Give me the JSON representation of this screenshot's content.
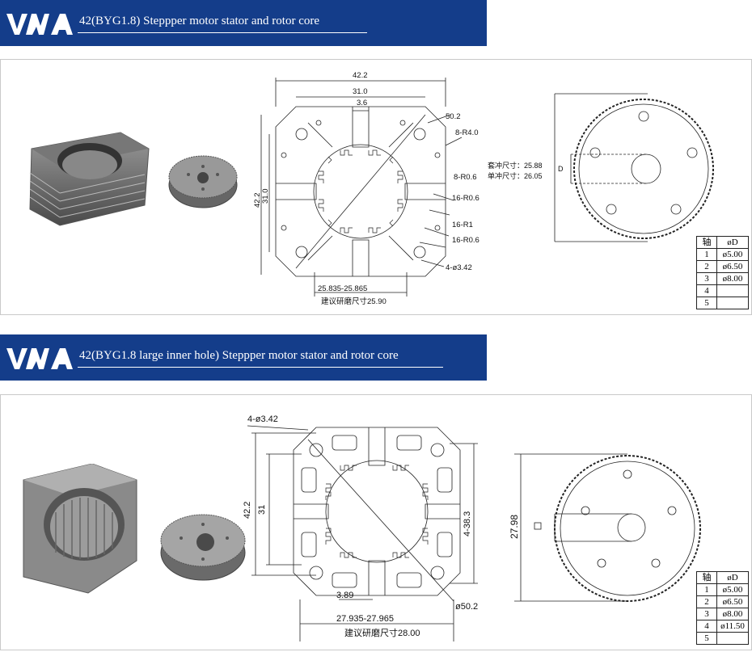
{
  "brand": {
    "logo_text": "VMA"
  },
  "sections": [
    {
      "title": "42(BYG1.8) Steppper motor stator and rotor core",
      "stator_drawing": {
        "dims": [
          "42.2",
          "31.0",
          "3.6",
          "50.2",
          "8-R4.0",
          "42.2",
          "31.0",
          "8-R0.6",
          "16-R0.6",
          "16-R1",
          "16-R0.6",
          "4-ø3.42",
          "25.835-25.865",
          "建议研磨尺寸25.90"
        ]
      },
      "rotor_drawing": {
        "notes": [
          "套冲尺寸：25.88",
          "单冲尺寸：26.05"
        ],
        "d_label": "D"
      },
      "table": {
        "headers": [
          "轴",
          "øD"
        ],
        "rows": [
          [
            "1",
            "ø5.00"
          ],
          [
            "2",
            "ø6.50"
          ],
          [
            "3",
            "ø8.00"
          ],
          [
            "4",
            ""
          ],
          [
            "5",
            ""
          ]
        ]
      }
    },
    {
      "title": "42(BYG1.8 large inner hole) Steppper motor stator and rotor core",
      "stator_drawing": {
        "dims": [
          "4-ø3.42",
          "42.2",
          "31",
          "4-38.3",
          "3.89",
          "ø50.2",
          "27.935-27.965",
          "建议研磨尺寸28.00"
        ]
      },
      "rotor_drawing": {
        "dims": [
          "27.98"
        ]
      },
      "table": {
        "headers": [
          "轴",
          "øD"
        ],
        "rows": [
          [
            "1",
            "ø5.00"
          ],
          [
            "2",
            "ø6.50"
          ],
          [
            "3",
            "ø8.00"
          ],
          [
            "4",
            "ø11.50"
          ],
          [
            "5",
            ""
          ]
        ]
      }
    }
  ]
}
